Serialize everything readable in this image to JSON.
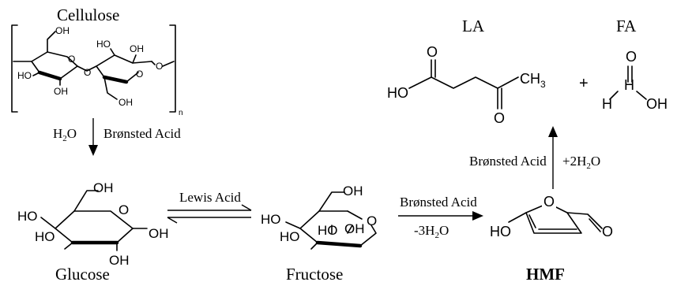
{
  "compounds": {
    "cellulose": "Cellulose",
    "glucose": "Glucose",
    "fructose": "Fructose",
    "hmf": "HMF",
    "la": "LA",
    "fa": "FA"
  },
  "arrows": {
    "hydrolysis": {
      "reagent_pre": "H",
      "reagent_sub": "2",
      "reagent_post": "O",
      "catalyst": "Brønsted Acid"
    },
    "isomerization": {
      "catalyst": "Lewis Acid"
    },
    "dehydration": {
      "catalyst": "Brønsted Acid",
      "water_pre": "-3H",
      "water_sub": "2",
      "water_post": "O"
    },
    "rehydration": {
      "catalyst": "Brønsted Acid",
      "water_pre": "+2H",
      "water_sub": "2",
      "water_post": "O"
    }
  },
  "atoms": {
    "oh": "OH",
    "ho": "HO",
    "o": "O",
    "h": "H",
    "ch3_pre": "CH",
    "ch3_sub": "3",
    "plus": "+",
    "n": "n"
  }
}
